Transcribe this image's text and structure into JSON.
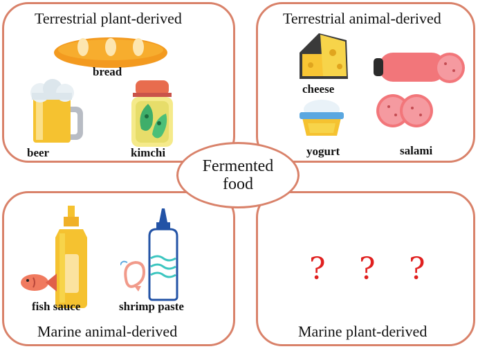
{
  "center": {
    "label": "Fermented food"
  },
  "panels": {
    "terrestrial_plant": {
      "title": "Terrestrial plant-derived",
      "items": [
        "bread",
        "beer",
        "kimchi"
      ]
    },
    "terrestrial_animal": {
      "title": "Terrestrial animal-derived",
      "items": [
        "cheese",
        "yogurt",
        "salami"
      ]
    },
    "marine_animal": {
      "title": "Marine animal-derived",
      "items": [
        "fish sauce",
        "shrimp paste"
      ]
    },
    "marine_plant": {
      "title": "Marine plant-derived",
      "items": [
        "?",
        "?",
        "?"
      ]
    }
  },
  "colors": {
    "border": "#d9826a",
    "question": "#e0201f"
  },
  "icons": [
    "bread-icon",
    "beer-icon",
    "kimchi-jar-icon",
    "cheese-icon",
    "yogurt-icon",
    "salami-icon",
    "fish-icon",
    "sauce-bottle-icon",
    "shrimp-icon",
    "paste-bottle-icon"
  ]
}
